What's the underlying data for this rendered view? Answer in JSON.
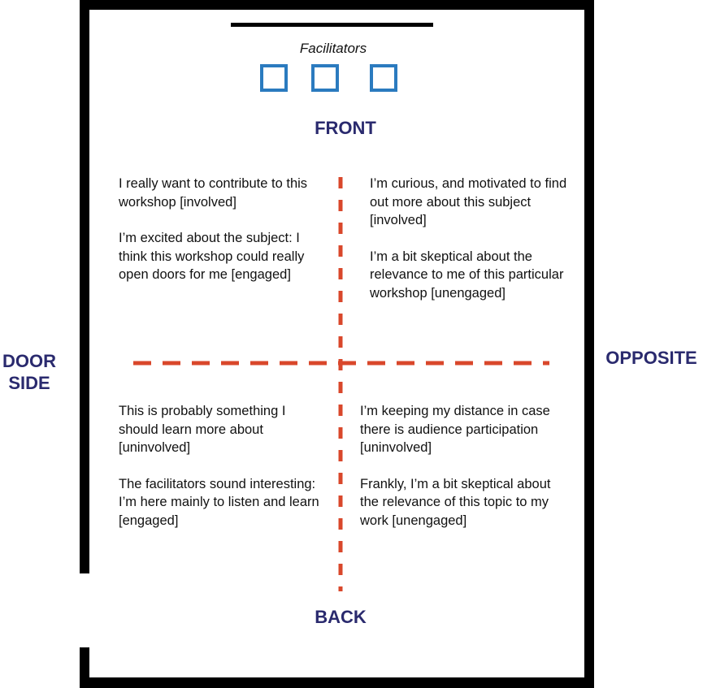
{
  "facilitators_label": "Facilitators",
  "directions": {
    "front": "FRONT",
    "back": "BACK",
    "door_side": "DOOR\nSIDE",
    "opposite": "OPPOSITE"
  },
  "quadrants": {
    "top_left": [
      "I really want to contribute to this workshop [involved]",
      "I’m excited about the subject: I think this workshop could really open doors for me [engaged]"
    ],
    "top_right": [
      "I’m curious, and motivated to find out more about this subject [involved]",
      "I’m a bit skeptical about the relevance to me of this particular workshop [unengaged]"
    ],
    "bottom_left": [
      "This is probably something I should learn more about [uninvolved]",
      "The facilitators sound interesting: I’m here mainly to listen and learn [engaged]"
    ],
    "bottom_right": [
      "I’m keeping my distance in case there is audience participation [uninvolved]",
      "Frankly, I’m a bit skeptical about the relevance of this topic to my work [unengaged]"
    ]
  },
  "colors": {
    "walls": "#000000",
    "seats": "#2b7bbf",
    "dividers": "#d9472b",
    "direction_text": "#2a2a6e"
  }
}
